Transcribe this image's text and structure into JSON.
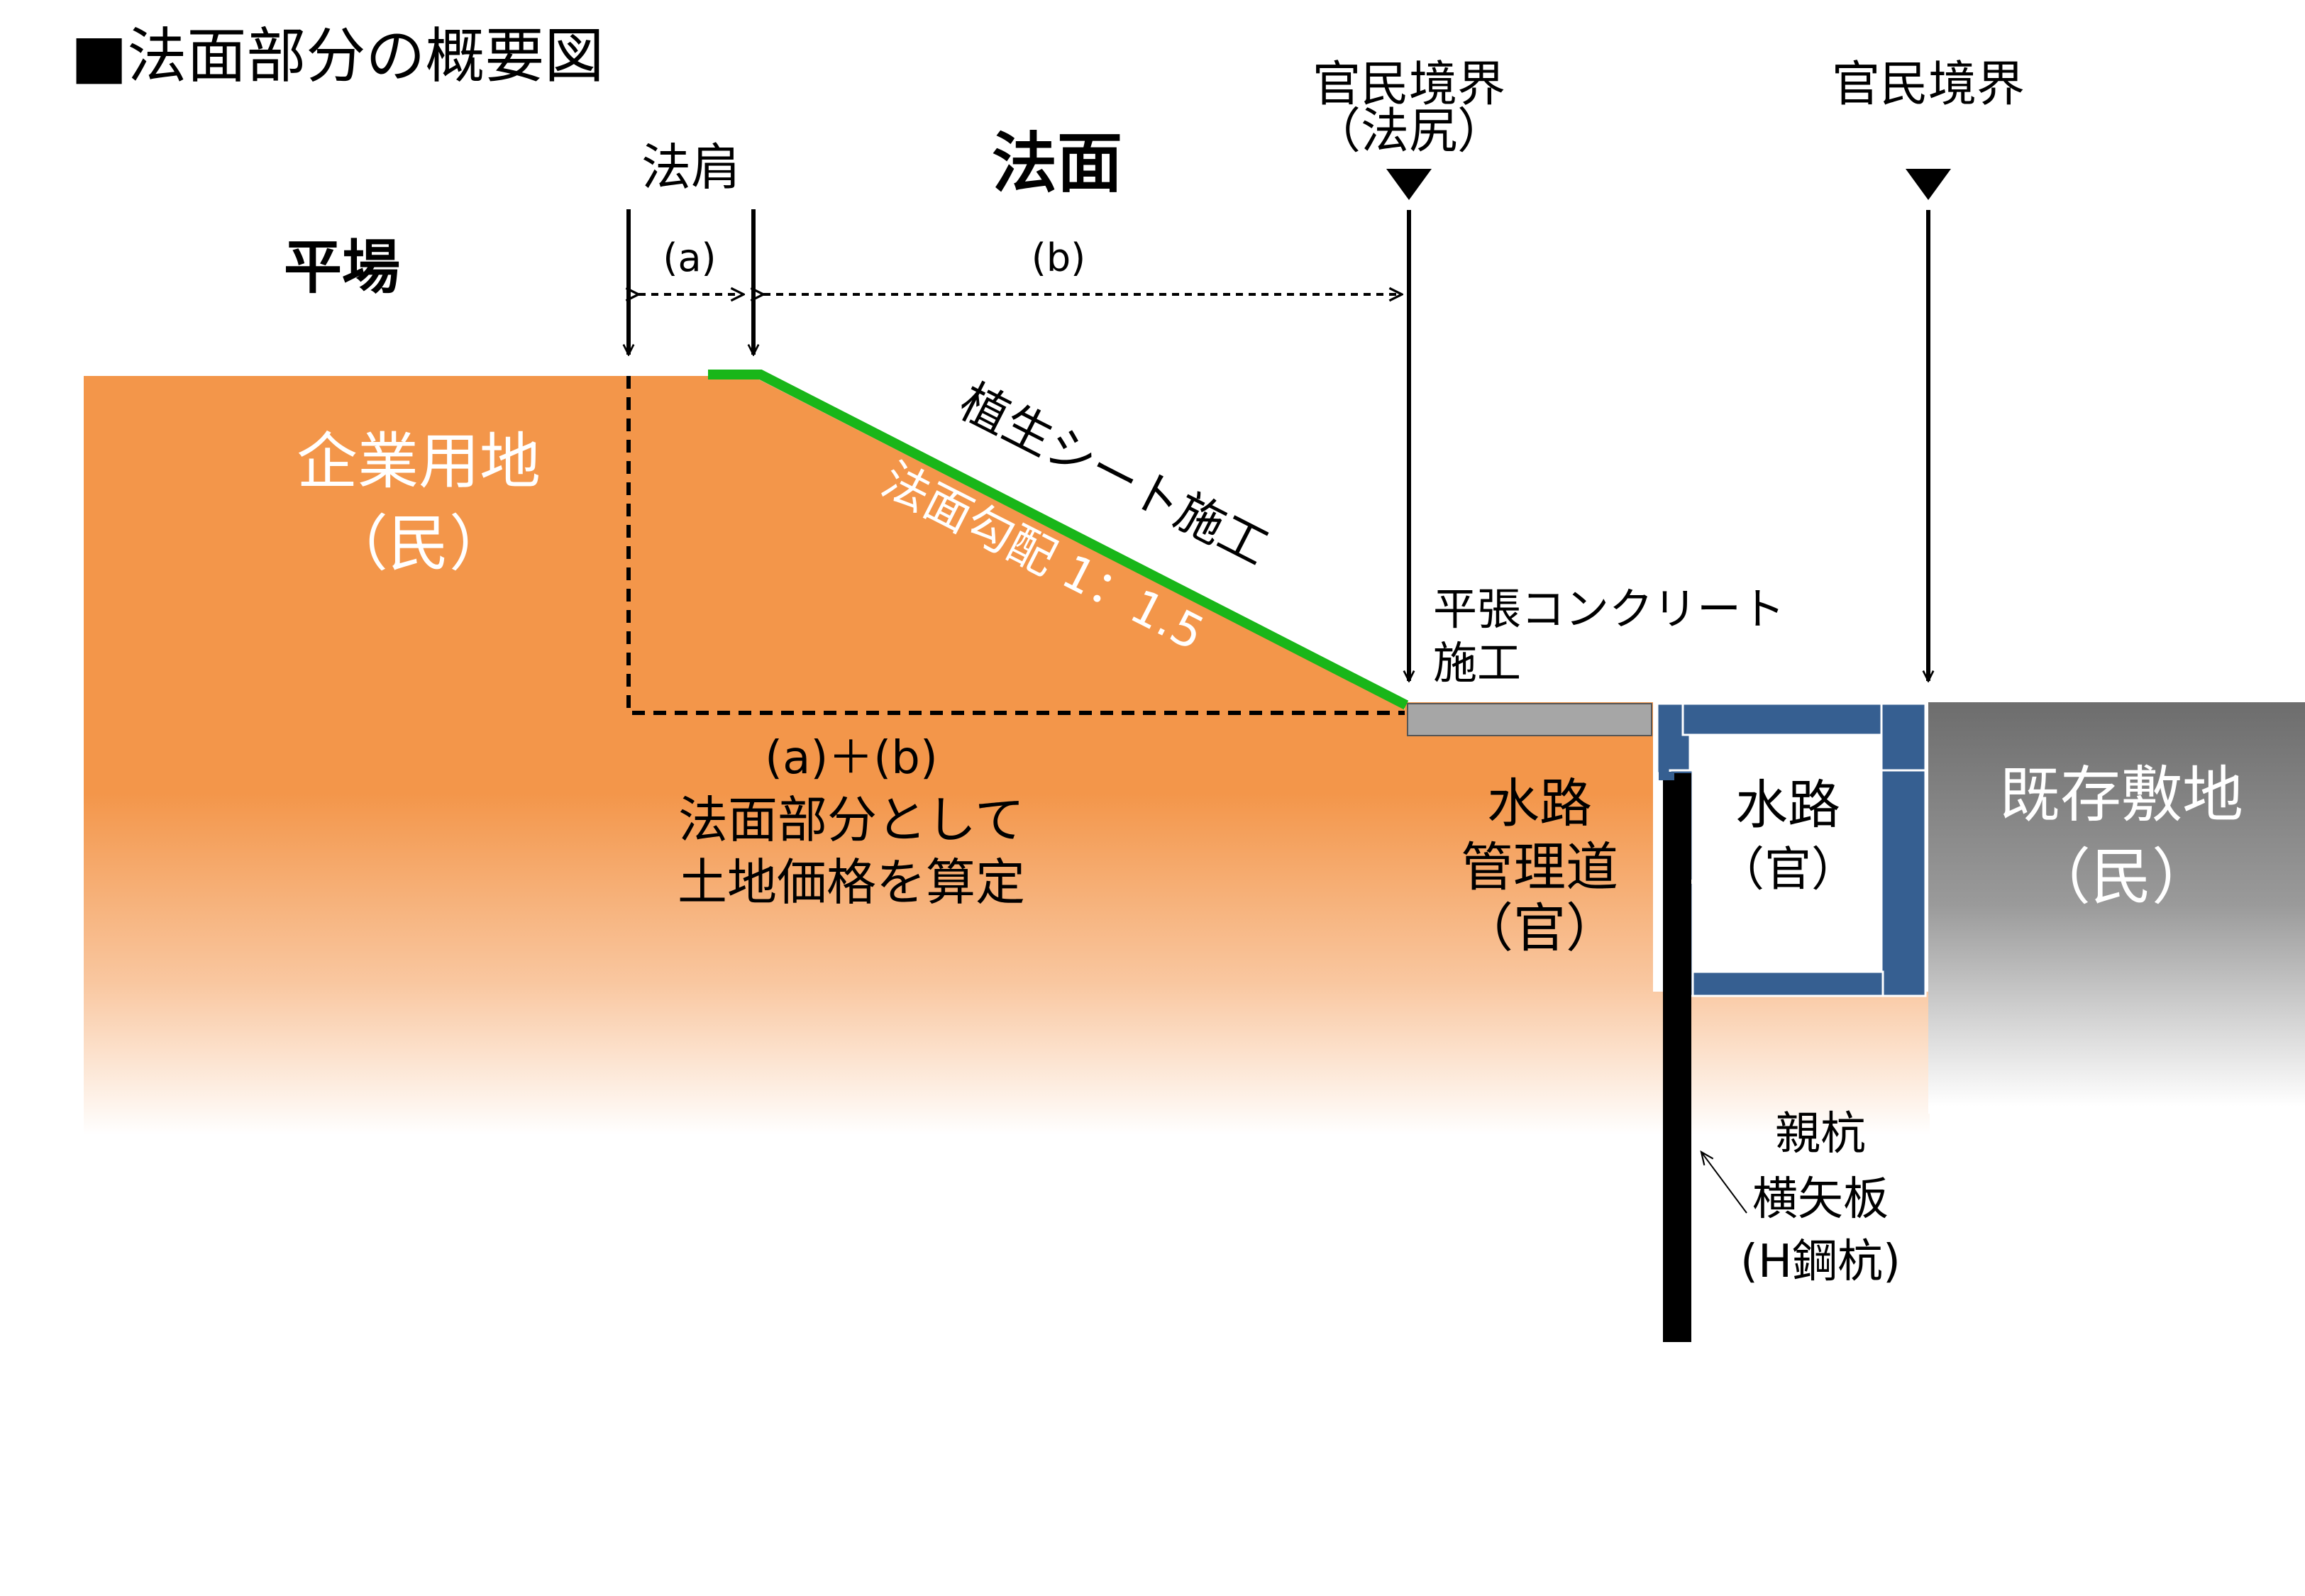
{
  "title": "■法面部分の概要図",
  "labels": {
    "hiraba": "平場",
    "norikata": "法肩",
    "norimen": "法面",
    "boundary_left_line1": "官民境界",
    "boundary_left_line2": "（法尻）",
    "boundary_right": "官民境界",
    "dim_a": "(a)",
    "dim_b": "(b)",
    "company_land_line1": "企業用地",
    "company_land_line2": "（民）",
    "vegetation_sheet": "植生シート施工",
    "slope_ratio": "法面勾配 1：1.5",
    "concrete_line1": "平張コンクリート",
    "concrete_line2": "施工",
    "calc_line1": "(a)＋(b)",
    "calc_line2": "法面部分として",
    "calc_line3": "土地価格を算定",
    "road_line1": "水路",
    "road_line2": "管理道",
    "road_line3": "（官）",
    "channel_line1": "水路",
    "channel_line2": "（官）",
    "existing_line1": "既存敷地",
    "existing_line2": "（民）",
    "pile_line1": "親杭",
    "pile_line2": "横矢板",
    "pile_line3": "(H鋼杭)"
  },
  "colors": {
    "land": "#f3964a",
    "vegetation": "#19b619",
    "concrete": "#a6a6a6",
    "channel": "#365f91",
    "existing": "#7f7f7f",
    "line": "#000000",
    "on_land_text": "#ffffff"
  }
}
